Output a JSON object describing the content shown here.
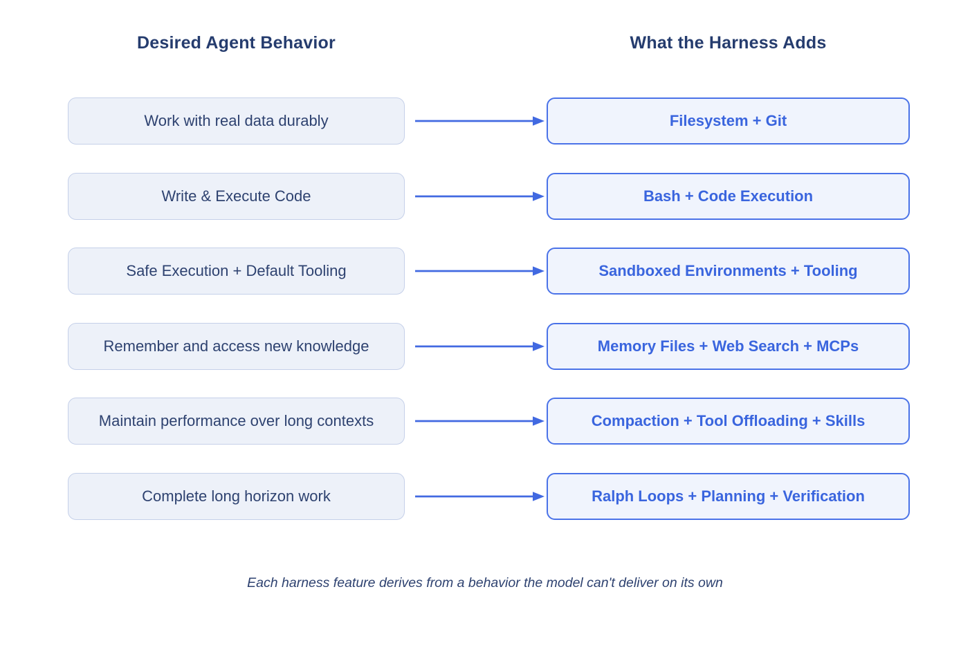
{
  "headers": {
    "left": "Desired Agent Behavior",
    "right": "What the Harness Adds"
  },
  "rows": [
    {
      "behavior": "Work with real data durably",
      "harness": "Filesystem + Git"
    },
    {
      "behavior": "Write & Execute Code",
      "harness": "Bash + Code Execution"
    },
    {
      "behavior": "Safe Execution + Default Tooling",
      "harness": "Sandboxed Environments + Tooling"
    },
    {
      "behavior": "Remember and access new knowledge",
      "harness": "Memory Files + Web Search + MCPs"
    },
    {
      "behavior": "Maintain performance over long contexts",
      "harness": "Compaction + Tool Offloading + Skills"
    },
    {
      "behavior": "Complete long horizon work",
      "harness": "Ralph Loops + Planning + Verification"
    }
  ],
  "footer": "Each harness feature derives from a behavior the model can't deliver on its own",
  "colors": {
    "arrow-blue": "#4169E1",
    "right-border": "#4A72E8",
    "right-text": "#3A65DE",
    "right-bg": "#F0F4FD",
    "left-border": "#C5D0E9",
    "left-bg": "#EDF1F9",
    "navy-heading": "#253C6E",
    "navy-body": "#2E4270",
    "canvas-bg": "#FFFFFF"
  }
}
